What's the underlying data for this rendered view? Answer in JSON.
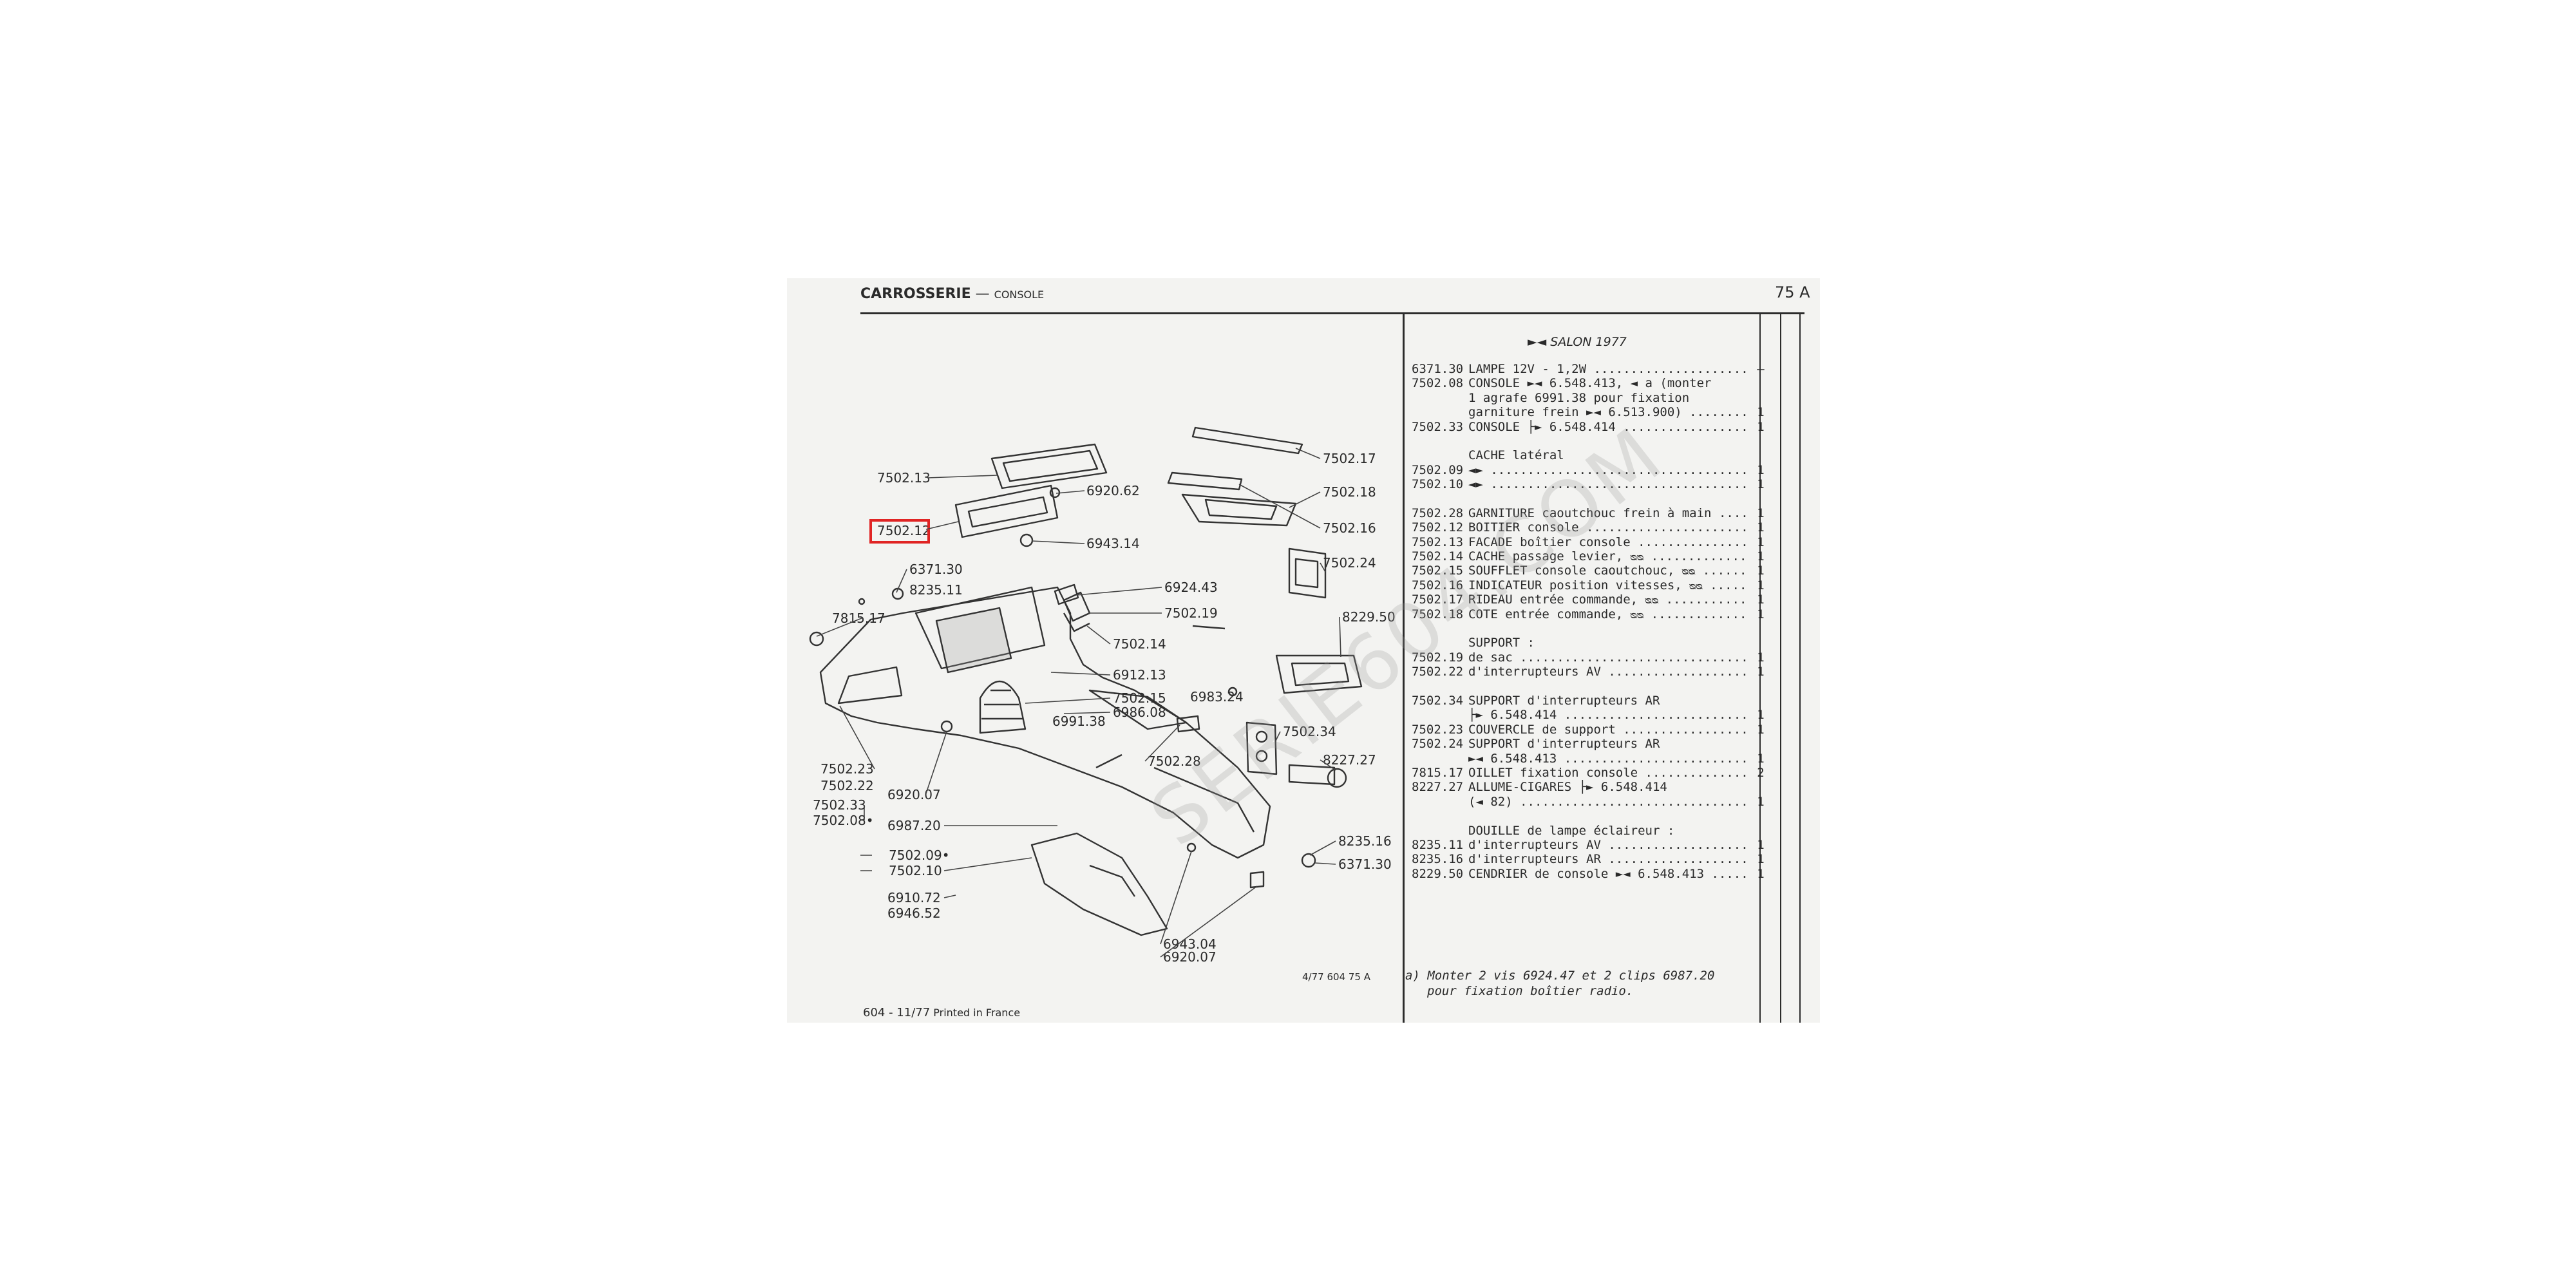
{
  "header": {
    "section": "CARROSSERIE",
    "separator": "—",
    "subsection": "CONSOLE",
    "page_ref": "75 A"
  },
  "parts_list": {
    "heading": "►◄ SALON 1977",
    "rows": [
      {
        "pn": "6371.30",
        "desc": "LAMPE 12V - 1,2W",
        "qty": "–"
      },
      {
        "pn": "7502.08",
        "desc": "CONSOLE ►◄ 6.548.413, ◄ a (monter",
        "qty": "",
        "nodots": true
      },
      {
        "pn": "",
        "desc": "  1 agrafe 6991.38 pour fixation",
        "qty": "",
        "nodots": true
      },
      {
        "pn": "",
        "desc": "  garniture frein ►◄ 6.513.900)",
        "qty": "1"
      },
      {
        "pn": "7502.33",
        "desc": "CONSOLE ├► 6.548.414",
        "qty": "1"
      },
      {
        "gap": true
      },
      {
        "pn": "",
        "desc": "CACHE latéral",
        "qty": "",
        "nodots": true
      },
      {
        "pn": "7502.09",
        "desc": "◄►",
        "qty": "1"
      },
      {
        "pn": "7502.10",
        "desc": "◄►",
        "qty": "1"
      },
      {
        "gap": true
      },
      {
        "pn": "7502.28",
        "desc": "GARNITURE caoutchouc frein à main",
        "qty": "1"
      },
      {
        "pn": "7502.12",
        "desc": "BOITIER console",
        "qty": "1"
      },
      {
        "pn": "7502.13",
        "desc": "FACADE boîtier console",
        "qty": "1"
      },
      {
        "pn": "7502.14",
        "desc": "CACHE passage levier, ᴓᴓ",
        "qty": "1"
      },
      {
        "pn": "7502.15",
        "desc": "SOUFFLET console caoutchouc, ᴓᴓ",
        "qty": "1"
      },
      {
        "pn": "7502.16",
        "desc": "INDICATEUR position vitesses, ᴓᴓ",
        "qty": "1"
      },
      {
        "pn": "7502.17",
        "desc": "RIDEAU entrée commande, ᴓᴓ",
        "qty": "1"
      },
      {
        "pn": "7502.18",
        "desc": "COTE entrée commande, ᴓᴓ",
        "qty": "1"
      },
      {
        "gap": true
      },
      {
        "pn": "",
        "desc": "SUPPORT :",
        "qty": "",
        "nodots": true
      },
      {
        "pn": "7502.19",
        "desc": " de sac",
        "qty": "1"
      },
      {
        "pn": "7502.22",
        "desc": " d'interrupteurs AV",
        "qty": "1"
      },
      {
        "gap": true
      },
      {
        "pn": "7502.34",
        "desc": "SUPPORT d'interrupteurs AR",
        "qty": "",
        "nodots": true
      },
      {
        "pn": "",
        "desc": "  ├► 6.548.414",
        "qty": "1"
      },
      {
        "pn": "7502.23",
        "desc": "COUVERCLE de support",
        "qty": "1"
      },
      {
        "pn": "7502.24",
        "desc": "SUPPORT d'interrupteurs AR",
        "qty": "",
        "nodots": true
      },
      {
        "pn": "",
        "desc": "  ►◄ 6.548.413",
        "qty": "1"
      },
      {
        "pn": "7815.17",
        "desc": "OILLET fixation console",
        "qty": "2"
      },
      {
        "pn": "8227.27",
        "desc": "ALLUME-CIGARES ├► 6.548.414",
        "qty": "",
        "nodots": true
      },
      {
        "pn": "",
        "desc": "  (◄ 82)",
        "qty": "1"
      },
      {
        "gap": true
      },
      {
        "pn": "",
        "desc": "DOUILLE de lampe éclaireur :",
        "qty": "",
        "nodots": true
      },
      {
        "pn": "8235.11",
        "desc": " d'interrupteurs AV",
        "qty": "1"
      },
      {
        "pn": "8235.16",
        "desc": " d'interrupteurs AR",
        "qty": "1"
      },
      {
        "pn": "8229.50",
        "desc": "CENDRIER de console ►◄ 6.548.413",
        "qty": "1"
      }
    ]
  },
  "footnote": {
    "line1": "a) Monter 2 vis 6924.47 et 2 clips 6987.20",
    "line2": "pour fixation boîtier radio."
  },
  "diagram_ref": "4/77  604 75 A",
  "footer": {
    "code": "604 - 11/77",
    "printed": "Printed in France"
  },
  "watermark": "SERIE604.COM",
  "highlight_color": "#e02424",
  "callouts": [
    {
      "id": "7502.13",
      "label": "7502.13"
    },
    {
      "id": "6920.62",
      "label": "6920.62"
    },
    {
      "id": "7502.12",
      "label": "7502.12"
    },
    {
      "id": "6943.14",
      "label": "6943.14"
    },
    {
      "id": "6371.30",
      "label": "6371.30"
    },
    {
      "id": "8235.11",
      "label": "8235.11"
    },
    {
      "id": "7815.17",
      "label": "7815.17"
    },
    {
      "id": "6924.43",
      "label": "6924.43"
    },
    {
      "id": "7502.19",
      "label": "7502.19"
    },
    {
      "id": "7502.14",
      "label": "7502.14"
    },
    {
      "id": "6912.13",
      "label": "6912.13"
    },
    {
      "id": "7502.15",
      "label": "7502.15"
    },
    {
      "id": "6986.08",
      "label": "6986.08"
    },
    {
      "id": "6991.38",
      "label": "6991.38"
    },
    {
      "id": "6983.24",
      "label": "6983.24"
    },
    {
      "id": "7502.17",
      "label": "7502.17"
    },
    {
      "id": "7502.18",
      "label": "7502.18"
    },
    {
      "id": "7502.16",
      "label": "7502.16"
    },
    {
      "id": "7502.24",
      "label": "7502.24"
    },
    {
      "id": "8229.50",
      "label": "8229.50"
    },
    {
      "id": "7502.34",
      "label": "7502.34"
    },
    {
      "id": "7502.28",
      "label": "7502.28"
    },
    {
      "id": "8227.27",
      "label": "8227.27"
    },
    {
      "id": "7502.23",
      "label": "7502.23"
    },
    {
      "id": "7502.22",
      "label": "7502.22"
    },
    {
      "id": "6920.07a",
      "label": "6920.07"
    },
    {
      "id": "7502.33",
      "label": "7502.33"
    },
    {
      "id": "7502.08",
      "label": "7502.08•"
    },
    {
      "id": "6987.20",
      "label": "6987.20"
    },
    {
      "id": "7502.09",
      "label": "7502.09•"
    },
    {
      "id": "7502.10",
      "label": "7502.10"
    },
    {
      "id": "6910.72",
      "label": "6910.72"
    },
    {
      "id": "6946.52",
      "label": "6946.52"
    },
    {
      "id": "8235.16",
      "label": "8235.16"
    },
    {
      "id": "6371.30b",
      "label": "6371.30"
    },
    {
      "id": "6943.04",
      "label": "6943.04"
    },
    {
      "id": "6920.07b",
      "label": "6920.07"
    }
  ]
}
